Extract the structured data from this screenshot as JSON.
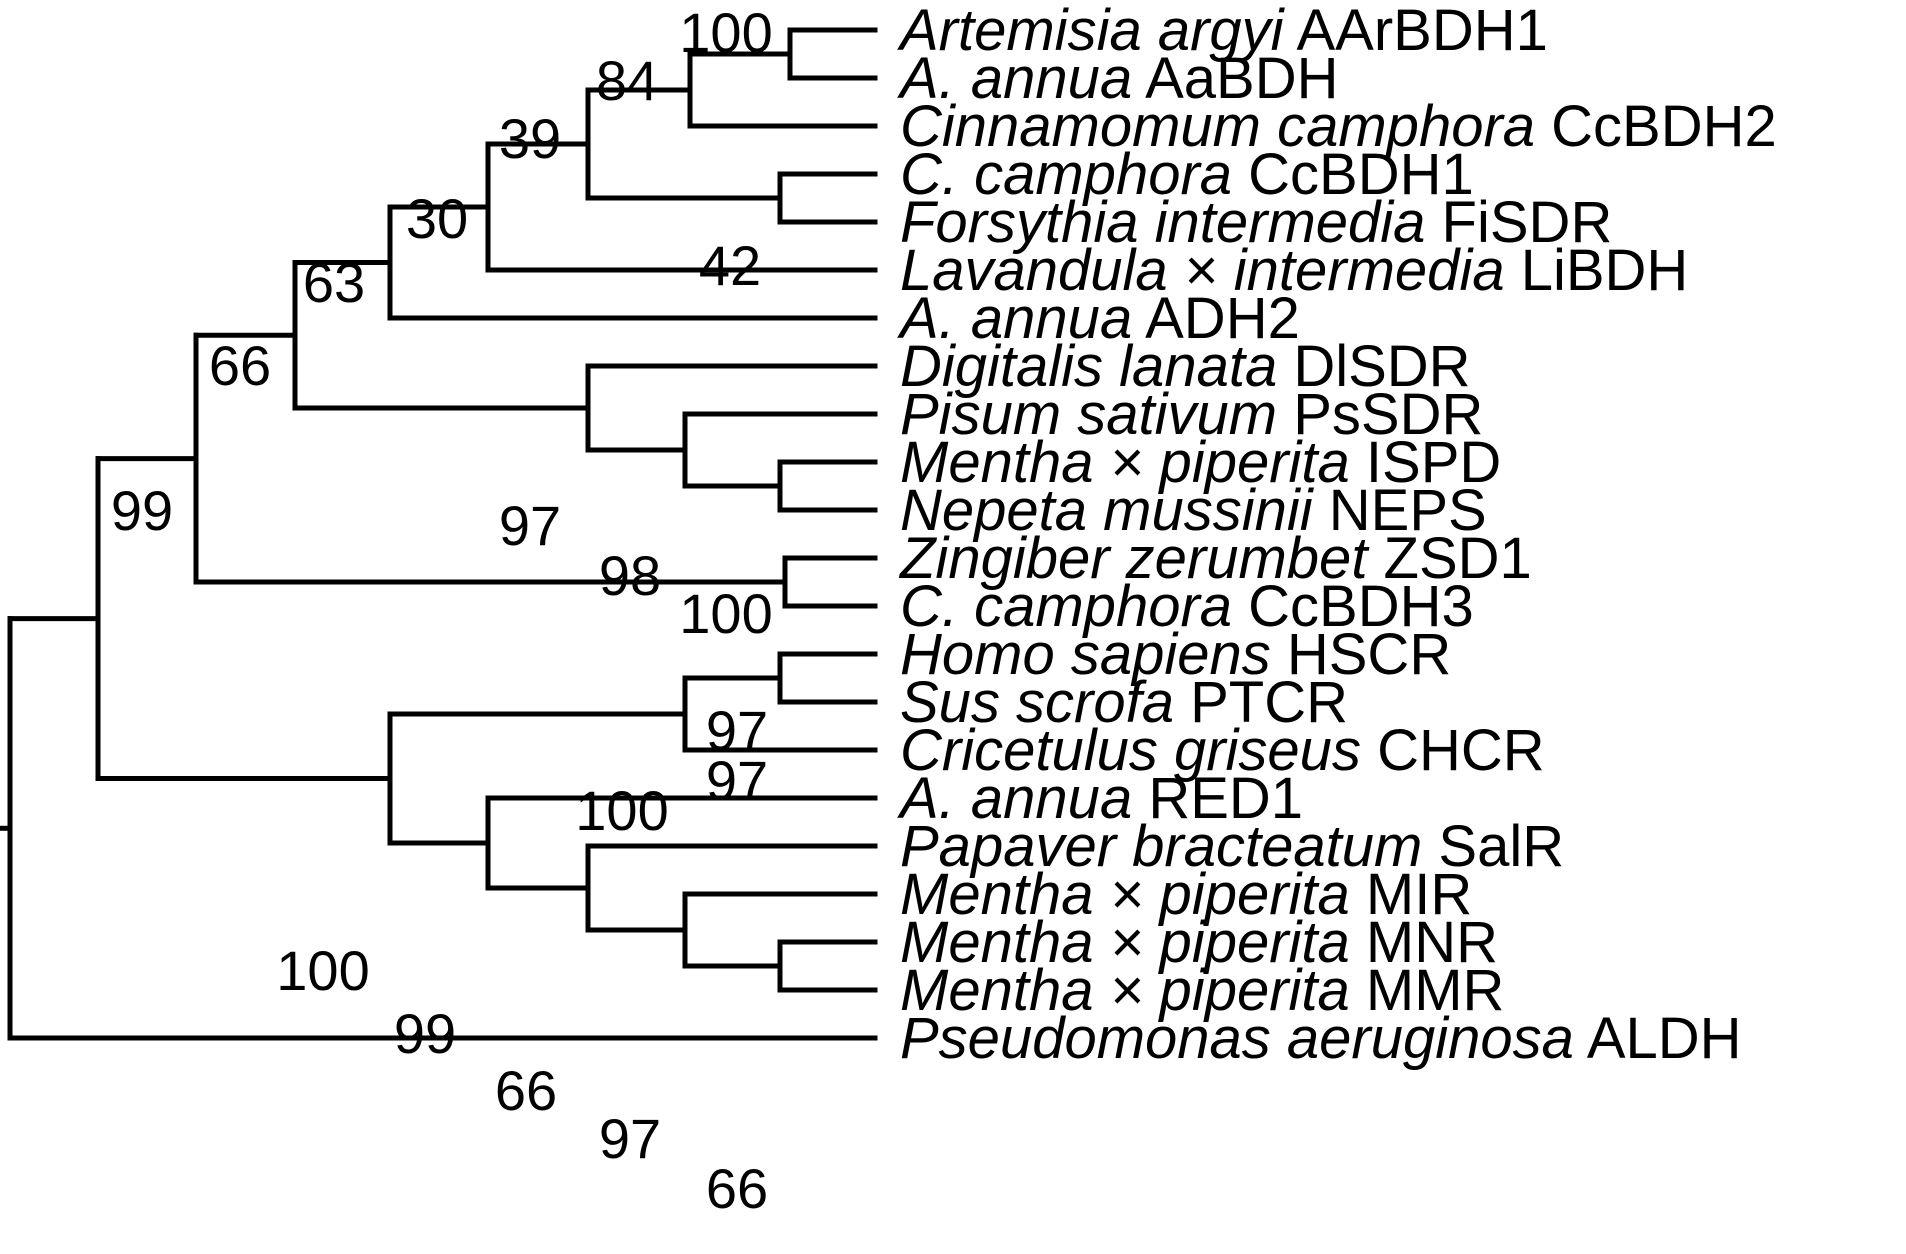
{
  "tree": {
    "line_color": "#000000",
    "taxa": [
      {
        "species": "Artemisia argyi",
        "gene": "AArBDH1"
      },
      {
        "species": "A. annua",
        "gene": "AaBDH"
      },
      {
        "species": "Cinnamomum camphora",
        "gene": "CcBDH2"
      },
      {
        "species": "C. camphora",
        "gene": "CcBDH1"
      },
      {
        "species": "Forsythia intermedia",
        "gene": "FiSDR"
      },
      {
        "species": "Lavandula × intermedia",
        "gene": "LiBDH"
      },
      {
        "species": "A. annua",
        "gene": "ADH2"
      },
      {
        "species": "Digitalis lanata",
        "gene": "DlSDR"
      },
      {
        "species": "Pisum sativum",
        "gene": "PsSDR"
      },
      {
        "species": "Mentha × piperita",
        "gene": "ISPD"
      },
      {
        "species": "Nepeta mussinii",
        "gene": "NEPS"
      },
      {
        "species": "Zingiber zerumbet",
        "gene": "ZSD1"
      },
      {
        "species": "C. camphora",
        "gene": "CcBDH3"
      },
      {
        "species": "Homo sapiens",
        "gene": "HSCR"
      },
      {
        "species": "Sus scrofa",
        "gene": "PTCR"
      },
      {
        "species": "Cricetulus griseus",
        "gene": "CHCR"
      },
      {
        "species": "A. annua",
        "gene": "RED1"
      },
      {
        "species": "Papaver bracteatum",
        "gene": "SalR"
      },
      {
        "species": "Mentha × piperita",
        "gene": "MIR"
      },
      {
        "species": "Mentha × piperita",
        "gene": "MNR"
      },
      {
        "species": "Mentha × piperita",
        "gene": "MMR"
      },
      {
        "species": "Pseudomonas aeruginosa",
        "gene": "ALDH"
      }
    ],
    "support_values": {
      "aargyi_aannua": "100",
      "aabdh_clade_ccbdh2": "84",
      "upper_core": "39",
      "ccbdh1_fisdr": "42",
      "with_libdh": "30",
      "with_adh2": "63",
      "bdh_plus_sdr": "66",
      "sdr_clade": "97",
      "psSDR_clade": "98",
      "ispd_neps": "100",
      "zsd1_ccbdh3": "97",
      "ingroup_upper": "99",
      "hscr_ptcr": "97",
      "chcr_clade": "100",
      "lower_group": "100",
      "red1_clade": "99",
      "salr_clade": "66",
      "mir_clade": "97",
      "mnr_mmr": "66"
    }
  }
}
